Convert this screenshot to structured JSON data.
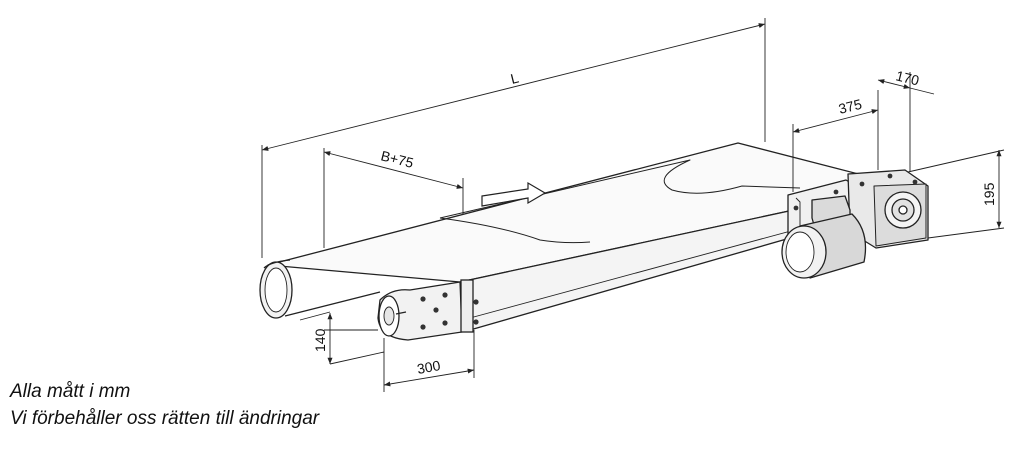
{
  "dimensions": {
    "length": "L",
    "belt_offset": "B+75",
    "drive_offset": "375",
    "motor_depth": "170",
    "height_drive": "195",
    "height_frame": "140",
    "tail_length": "300"
  },
  "notes": {
    "units": "Alla mått i mm",
    "disclaimer": "Vi förbehåller oss rätten till ändringar"
  }
}
